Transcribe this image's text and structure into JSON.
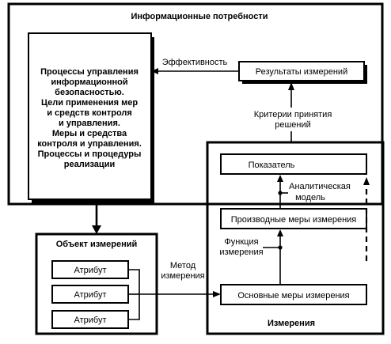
{
  "diagram": {
    "outer_title": "Информационные потребности",
    "processes_text": [
      "Процессы управления",
      "информационной",
      "безопасностью.",
      "Цели применения мер",
      "и средств контроля",
      "и управления.",
      "Меры и средства",
      "контроля и управления.",
      "Процессы и процедуры",
      "реализации"
    ],
    "effectiveness_label": "Эффективность",
    "results_label": "Результаты измерений",
    "criteria_label": [
      "Критерии принятия",
      "решений"
    ],
    "indicator_label": "Показатель",
    "analytic_model_label": [
      "Аналитическая",
      "модель"
    ],
    "derived_label": "Производные меры измерения",
    "function_label": [
      "Функция",
      "измерения"
    ],
    "base_label": "Основные меры измерения",
    "measurements_title": "Измерения",
    "object_title": "Объект измерений",
    "attributes": [
      "Атрибут",
      "Атрибут",
      "Атрибут"
    ],
    "method_label": [
      "Метод",
      "измерения"
    ]
  }
}
